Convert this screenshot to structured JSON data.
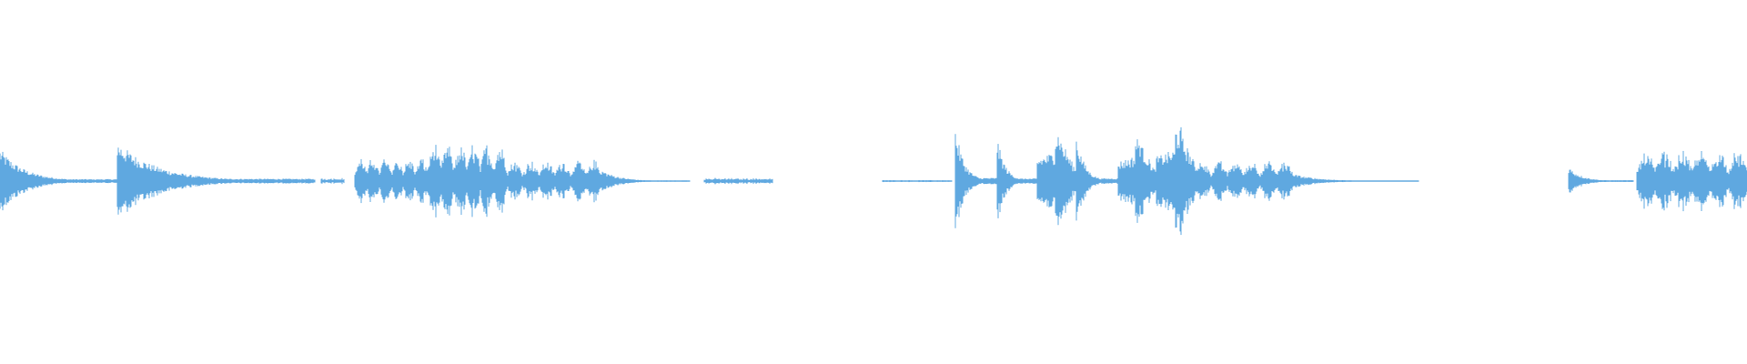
{
  "waveform": {
    "color": "#5fa8e0",
    "background": "#ffffff",
    "segments": [
      {
        "start": 0.0,
        "end": 0.07,
        "peak": 0.09,
        "shape": "decay"
      },
      {
        "start": 0.067,
        "end": 0.18,
        "peak": 0.11,
        "shape": "decay"
      },
      {
        "start": 0.184,
        "end": 0.197,
        "peak": 0.03,
        "shape": "flat"
      },
      {
        "start": 0.203,
        "end": 0.245,
        "peak": 0.07,
        "shape": "buzz"
      },
      {
        "start": 0.245,
        "end": 0.29,
        "peak": 0.11,
        "shape": "buzz"
      },
      {
        "start": 0.29,
        "end": 0.345,
        "peak": 0.06,
        "shape": "buzz"
      },
      {
        "start": 0.345,
        "end": 0.395,
        "peak": 0.03,
        "shape": "decay"
      },
      {
        "start": 0.403,
        "end": 0.442,
        "peak": 0.03,
        "shape": "flat"
      },
      {
        "start": 0.505,
        "end": 0.545,
        "peak": 0.01,
        "shape": "flat"
      },
      {
        "start": 0.547,
        "end": 0.572,
        "peak": 0.15,
        "shape": "decay"
      },
      {
        "start": 0.571,
        "end": 0.594,
        "peak": 0.12,
        "shape": "decay"
      },
      {
        "start": 0.594,
        "end": 0.616,
        "peak": 0.14,
        "shape": "hit"
      },
      {
        "start": 0.616,
        "end": 0.64,
        "peak": 0.13,
        "shape": "decay"
      },
      {
        "start": 0.64,
        "end": 0.662,
        "peak": 0.12,
        "shape": "hit"
      },
      {
        "start": 0.662,
        "end": 0.686,
        "peak": 0.15,
        "shape": "hit"
      },
      {
        "start": 0.684,
        "end": 0.74,
        "peak": 0.06,
        "shape": "buzz"
      },
      {
        "start": 0.74,
        "end": 0.812,
        "peak": 0.02,
        "shape": "decay"
      },
      {
        "start": 0.898,
        "end": 0.935,
        "peak": 0.04,
        "shape": "decay"
      },
      {
        "start": 0.937,
        "end": 1.0,
        "peak": 0.09,
        "shape": "buzz"
      }
    ]
  }
}
